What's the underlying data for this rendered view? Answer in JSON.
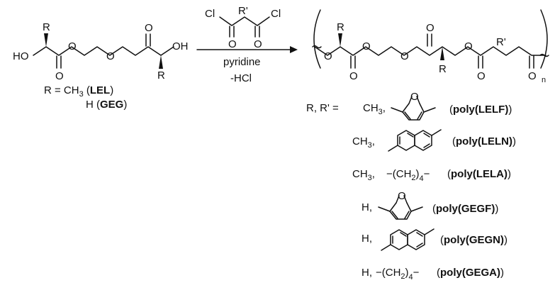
{
  "reactant": {
    "atoms": {
      "R": "R",
      "HO": "HO",
      "O": "O",
      "OH": "OH"
    },
    "legend": {
      "line1": {
        "prefix": "R  =  CH",
        "sub": "3",
        "open": " (",
        "name": "LEL",
        "close": ")"
      },
      "line2": {
        "prefix": "H (",
        "name": "GEG",
        "close": ")"
      }
    }
  },
  "reagent": {
    "atoms": {
      "Cl": "Cl",
      "R_prime": "R'",
      "O": "O"
    },
    "base": "pyridine",
    "byproduct": "-HCl"
  },
  "product": {
    "atoms": {
      "R": "R",
      "R_prime": "R'",
      "O": "O"
    },
    "repeat_index": "n"
  },
  "substituents": {
    "lead": "R, R'  =",
    "rows": [
      {
        "r": "CH",
        "r_sub": "3",
        "r_tail": ",",
        "linker": "furan",
        "open": "(",
        "name": "poly(LELF)",
        "close": ")"
      },
      {
        "r": "CH",
        "r_sub": "3",
        "r_tail": ",",
        "linker": "naphthalene",
        "open": "(",
        "name": "poly(LELN)",
        "close": ")"
      },
      {
        "r": "CH",
        "r_sub": "3",
        "r_tail": ",",
        "linker": "butylene",
        "linker_text": {
          "a": "−(CH",
          "sub": "2",
          "b": ")",
          "sup": "4",
          "c": "−"
        },
        "open": "(",
        "name": "poly(LELA)",
        "close": ")"
      },
      {
        "r": "H,",
        "linker": "furan",
        "open": "(",
        "name": "poly(GEGF)",
        "close": ")"
      },
      {
        "r": "H,",
        "linker": "naphthalene",
        "open": "(",
        "name": "poly(GEGN)",
        "close": ")"
      },
      {
        "r": "H,",
        "linker": "butylene",
        "linker_text": {
          "a": "−(CH",
          "sub": "2",
          "b": ")",
          "sup": "4",
          "c": "−"
        },
        "open": "(",
        "name": "poly(GEGA)",
        "close": ")"
      }
    ]
  }
}
